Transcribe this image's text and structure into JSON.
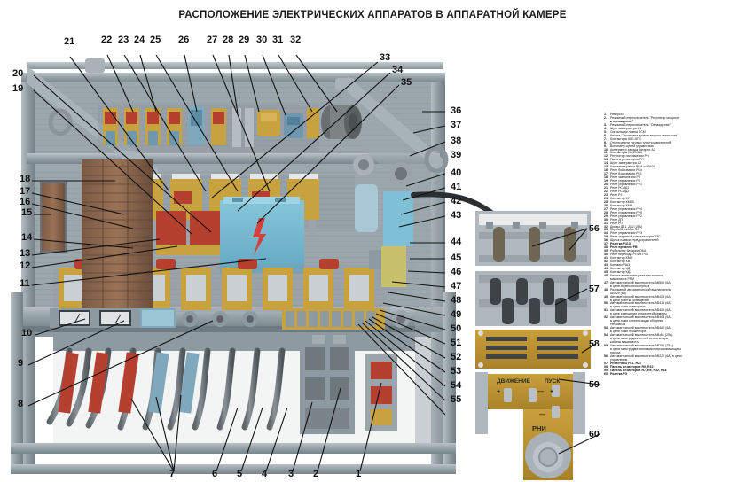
{
  "title": "РАСПОЛОЖЕНИЕ ЭЛЕКТРИЧЕСКИХ АППАРАТОВ В АППАРАТНОЙ КАМЕРЕ",
  "panel_labels": {
    "movement": "ДВИЖЕНИЕ",
    "start": "ПУСК",
    "rni": "РНИ",
    "plus": "+",
    "minus": "—"
  },
  "callouts": {
    "top_left": [
      "21",
      "22",
      "23",
      "24",
      "25",
      "26"
    ],
    "top_mid": [
      "27",
      "28",
      "29",
      "30",
      "31",
      "32"
    ],
    "top_right": [
      "33",
      "34",
      "35"
    ],
    "upper_left": [
      "20",
      "19"
    ],
    "left": [
      "18",
      "17",
      "16",
      "15",
      "14",
      "13",
      "12",
      "11",
      "10",
      "9",
      "8"
    ],
    "right": [
      "36",
      "37",
      "38",
      "39",
      "40",
      "41",
      "42",
      "43",
      "44",
      "45",
      "46",
      "47",
      "48",
      "49",
      "50",
      "51",
      "52",
      "53",
      "54",
      "55"
    ],
    "bottom": [
      "7",
      "6",
      "5",
      "4",
      "3",
      "2",
      "1"
    ],
    "details": [
      "56",
      "57",
      "58",
      "59",
      "60"
    ]
  },
  "legend": [
    {
      "n": "1.",
      "t": "Реверсор"
    },
    {
      "n": "2.",
      "t": "Режимный переключатель \"Регулятор мощност"
    },
    {
      "n": "",
      "t": "и охлаждения\"",
      "b": true
    },
    {
      "n": "3.",
      "t": "Режимный переключатель \"Охлаждение\""
    },
    {
      "n": "4.",
      "t": "Шунт амперметра А1"
    },
    {
      "n": "5.",
      "t": "Сигнальная лампа ЛСМ"
    },
    {
      "n": "6.",
      "t": "Кнопка \"Остановка дизеля второго тепловоза\""
    },
    {
      "n": "7.",
      "t": "Контакторы КП1-КП3"
    },
    {
      "n": "8.",
      "t": "Отключатели тяговых электродвигателей"
    },
    {
      "n": "9.",
      "t": "Вольтметр цепей управления"
    },
    {
      "n": "10.",
      "t": "Амперметр заряда батареи А2"
    },
    {
      "n": "11.",
      "t": "Контакторы КШ1-КШ6"
    },
    {
      "n": "12.",
      "t": "Регулятор напряжения РН"
    },
    {
      "n": "13.",
      "t": "Панель резисторов РП"
    },
    {
      "n": "14.",
      "t": "Шунт амперметра А2"
    },
    {
      "n": "15.",
      "t": "Клеммные рейки РШ4 и РШ4А"
    },
    {
      "n": "16.",
      "t": "Реле боксования РБ4"
    },
    {
      "n": "17.",
      "t": "Реле боксования РБ1"
    },
    {
      "n": "18.",
      "t": "Реле заземления РЗ"
    },
    {
      "n": "19.",
      "t": "Реле управления Р5"
    },
    {
      "n": "20.",
      "t": "Реле управления РУ1"
    },
    {
      "n": "21.",
      "t": "Реле РСМД1"
    },
    {
      "n": "22.",
      "t": "Реле РСМД2"
    },
    {
      "n": "23.",
      "t": "Реле Р1"
    },
    {
      "n": "24.",
      "t": "Контактор КУ"
    },
    {
      "n": "25.",
      "t": "Контактор КМВХ"
    },
    {
      "n": "26.",
      "t": "Контактор КМН"
    },
    {
      "n": "27.",
      "t": "Реле управления РУ4"
    },
    {
      "n": "28.",
      "t": "Реле управления РУ9"
    },
    {
      "n": "29.",
      "t": "Реле управления РУ2"
    },
    {
      "n": "30.",
      "t": "Реле ДП"
    },
    {
      "n": "31.",
      "t": "Реле РП"
    },
    {
      "n": "32.",
      "t": "Диоды Д31, Д32 (25А)"
    },
    {
      "n": "33.",
      "t": "Звуковой сигнал ЗС"
    },
    {
      "n": "34.",
      "t": "Реле управления РУ3"
    },
    {
      "n": "35.",
      "t": "Реле защитной сигнализации РЗС"
    },
    {
      "n": "36.",
      "t": "Щиток плавких предохранителей"
    },
    {
      "n": "37.",
      "t": "Розетка Р310",
      "b": true
    },
    {
      "n": "38.",
      "t": "Реле времени РВ",
      "b": true
    },
    {
      "n": "39.",
      "t": "Рубильник батареи ОБА"
    },
    {
      "n": "40.",
      "t": "Реле перехода РП1 и РП2"
    },
    {
      "n": "41.",
      "t": "Контактор КМН"
    },
    {
      "n": "42.",
      "t": "Контактор КВ"
    },
    {
      "n": "43.",
      "t": "Клеммы РШ3"
    },
    {
      "n": "44.",
      "t": "Контактор КД"
    },
    {
      "n": "45.",
      "t": "Контактор КД1"
    },
    {
      "n": "46.",
      "t": "Кнопка включения реле местонахож"
    },
    {
      "n": "",
      "t": "машиниста РРМ"
    },
    {
      "n": "47.",
      "t": "Автоматический выключатель АВ500 (6А)"
    },
    {
      "n": "",
      "t": "в цепи переносного пульта"
    },
    {
      "n": "48.",
      "t": "Разрывной автоматический выключатель"
    },
    {
      "n": "",
      "t": "АВ429 (6А)"
    },
    {
      "n": "49.",
      "t": "Автоматический выключатель АВ425 (6А)"
    },
    {
      "n": "",
      "t": "в цепи розетки освещения"
    },
    {
      "n": "50.",
      "t": "Автоматический выключатель АВ415 (6А)"
    },
    {
      "n": "",
      "t": "в цепи ламп освещения"
    },
    {
      "n": "51.",
      "t": "Автоматический выключатель АВ408 (6А)"
    },
    {
      "n": "",
      "t": "в цепи освещения аппаратной камеры"
    },
    {
      "n": "52.",
      "t": "Автоматический выключатель АВ405 (6А)"
    },
    {
      "n": "",
      "t": "в цепи ламп сигнализации обогрева"
    },
    {
      "n": "",
      "t": "тепловоза"
    },
    {
      "n": "53.",
      "t": "Автоматический выключатель АВ400 (6А)"
    },
    {
      "n": "",
      "t": "в цепи ламп прожектора"
    },
    {
      "n": "54.",
      "t": "Автоматический выключатель АВз51 (25А)"
    },
    {
      "n": "",
      "t": "в цепи электродвигателей вентилятора"
    },
    {
      "n": "",
      "t": "кабины машиниста"
    },
    {
      "n": "55.",
      "t": "Автоматический выключатель АВ251 (25А)"
    },
    {
      "n": "",
      "t": "в цепи электродвигателя маслопрокачивающего"
    },
    {
      "n": "",
      "t": "насоса"
    },
    {
      "n": "56.",
      "t": "Автоматический выключатель АВ220 (6А) в цепи"
    },
    {
      "n": "",
      "t": "управления"
    },
    {
      "n": "57.",
      "t": "Резисторы R11, R21",
      "b": true
    },
    {
      "n": "58.",
      "t": "Панель резисторов R9, R10",
      "b": true
    },
    {
      "n": "59.",
      "t": "Панель резисторов R7, R9, R32, R18",
      "b": true
    },
    {
      "n": "60.",
      "t": "Розетка РЗ",
      "b": true
    }
  ]
}
